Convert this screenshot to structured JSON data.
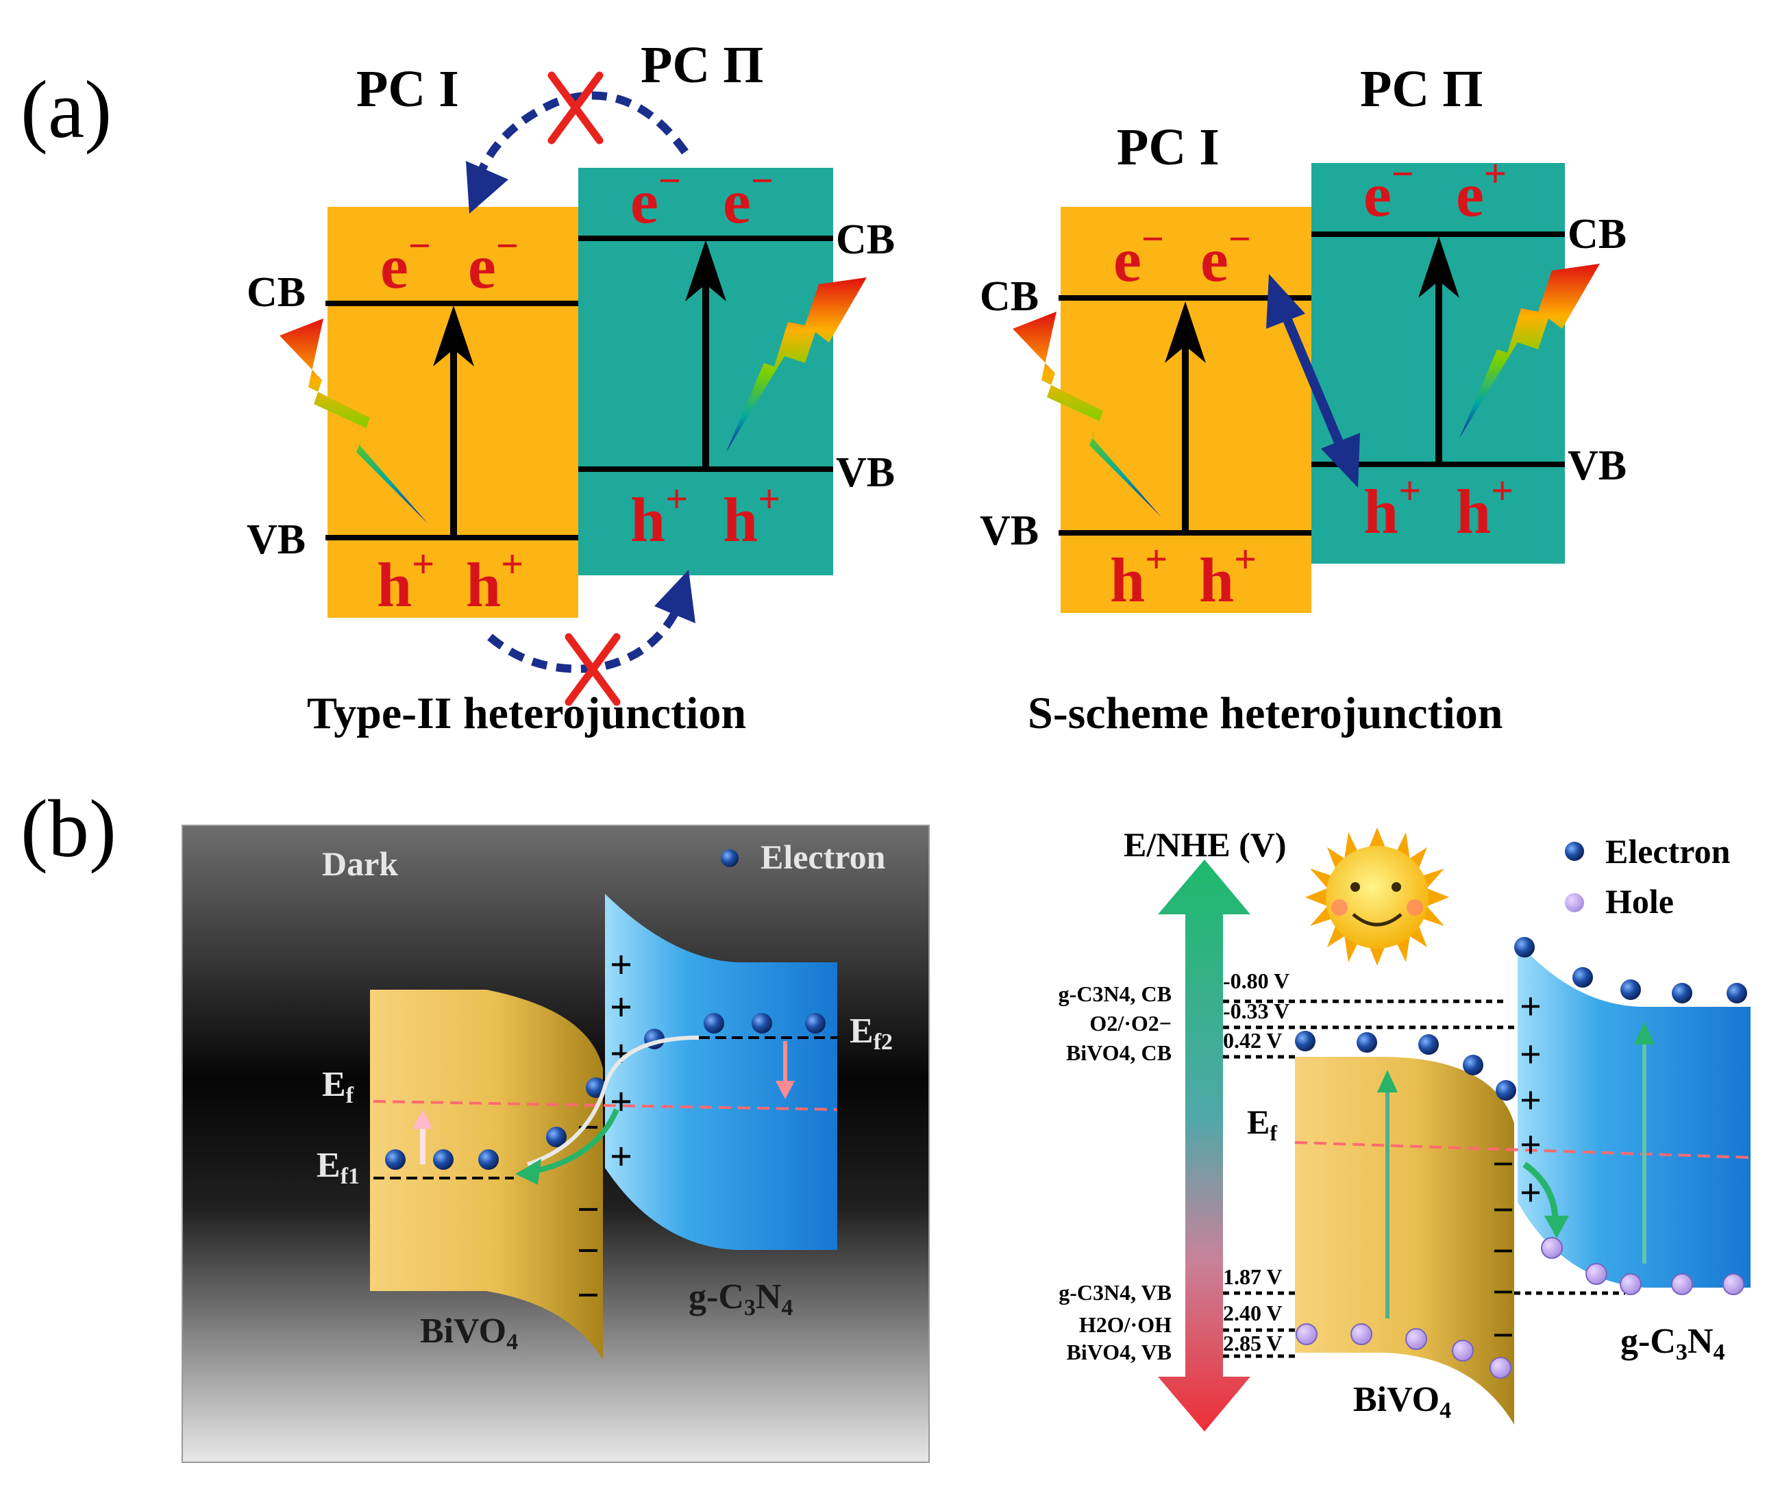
{
  "panel_a": {
    "label": "(a)",
    "type2": {
      "pc1": "PC I",
      "pc2": "PC Π",
      "cb": "CB",
      "vb": "VB",
      "e": "e",
      "h": "h",
      "caption": "Type-II heterojunction"
    },
    "sscheme": {
      "pc1": "PC I",
      "pc2": "PC Π",
      "cb": "CB",
      "vb": "VB",
      "e": "e",
      "h": "h",
      "caption": "S-scheme heterojunction"
    }
  },
  "panel_b": {
    "label": "(b)",
    "dark": {
      "title": "Dark",
      "legend_electron": "Electron",
      "ef": "E",
      "ef_sub": "f",
      "ef1_sub": "f1",
      "ef2_sub": "f2",
      "bivo4": "BiVO",
      "bivo4_sub": "4",
      "gcn_pre": "g-C",
      "gcn_sub3": "3",
      "gcn_n": "N",
      "gcn_sub4": "4"
    },
    "light": {
      "axis_title": "E/NHE (V)",
      "legend_electron": "Electron",
      "legend_hole": "Hole",
      "level_labels": [
        "g-C3N4, CB",
        "O2/·O2−",
        "BiVO4, CB",
        "g-C3N4, VB",
        "H2O/·OH",
        "BiVO4, VB"
      ],
      "level_values": [
        "-0.80 V",
        "-0.33 V",
        "0.42 V",
        "1.87 V",
        "2.40 V",
        "2.85 V"
      ],
      "ef": "E",
      "ef_sub": "f",
      "bivo4": "BiVO",
      "bivo4_sub": "4",
      "gcn_pre": "g-C",
      "gcn_sub3": "3",
      "gcn_n": "N",
      "gcn_sub4": "4"
    }
  },
  "colors": {
    "orange": "#FDB515",
    "teal": "#1FA99A",
    "red_text": "#D8141B",
    "navy": "#1A2E8C",
    "blue_band": "#1F8FE0",
    "gold_band": "#E9C14C"
  }
}
